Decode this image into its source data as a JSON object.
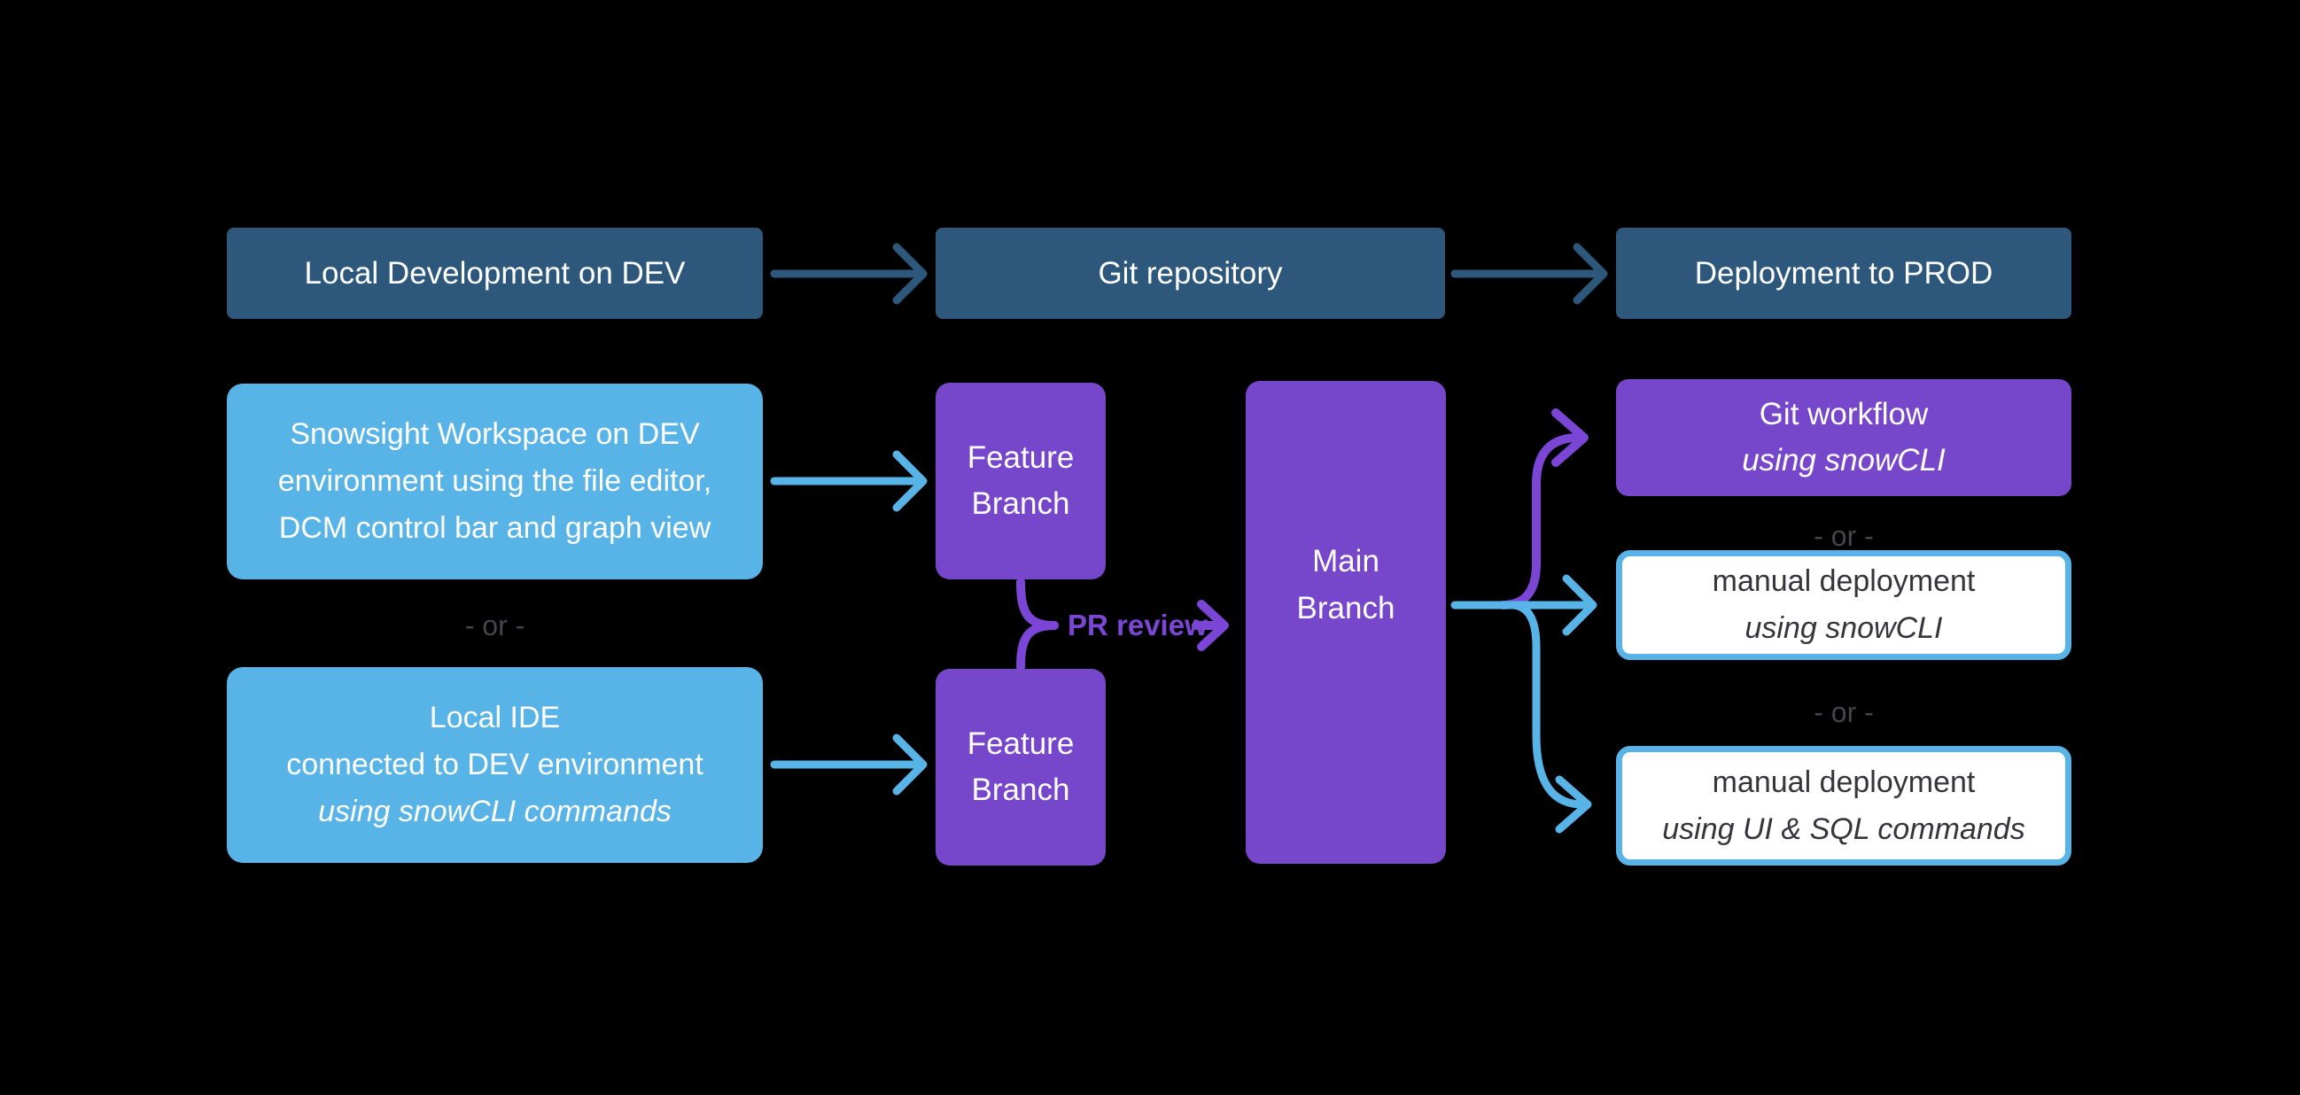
{
  "colors": {
    "background": "#000000",
    "dark_blue": "#2d587c",
    "light_blue": "#58b3e6",
    "purple": "#7747cb",
    "purple_accent": "#7b45d6",
    "white_box_text": "#35353b",
    "or_gray": "#45454c",
    "box_text_white": "#ffffff"
  },
  "top_row": {
    "local_dev_label": "Local Development on DEV",
    "git_repo_label": "Git repository",
    "deploy_prod_label": "Deployment to PROD"
  },
  "dev_options": {
    "snowsight": {
      "line1": "Snowsight Workspace on DEV",
      "line2": "environment using the file editor,",
      "line3": "DCM control bar and graph view"
    },
    "or_label": "- or -",
    "local_ide": {
      "line1": "Local IDE",
      "line2": "connected to DEV environment",
      "line3": "using snowCLI commands"
    }
  },
  "git": {
    "feature_branch_1": {
      "line1": "Feature",
      "line2": "Branch"
    },
    "feature_branch_2": {
      "line1": "Feature",
      "line2": "Branch"
    },
    "pr_review_label": "PR review",
    "main_branch": {
      "line1": "Main",
      "line2": "Branch"
    }
  },
  "deploy_options": {
    "git_workflow": {
      "line1": "Git workflow",
      "line2": "using snowCLI"
    },
    "or_label_1": "- or -",
    "manual_cli": {
      "line1": "manual deployment",
      "line2": "using snowCLI"
    },
    "or_label_2": "- or -",
    "manual_ui": {
      "line1": "manual deployment",
      "line2": "using UI & SQL commands"
    }
  }
}
